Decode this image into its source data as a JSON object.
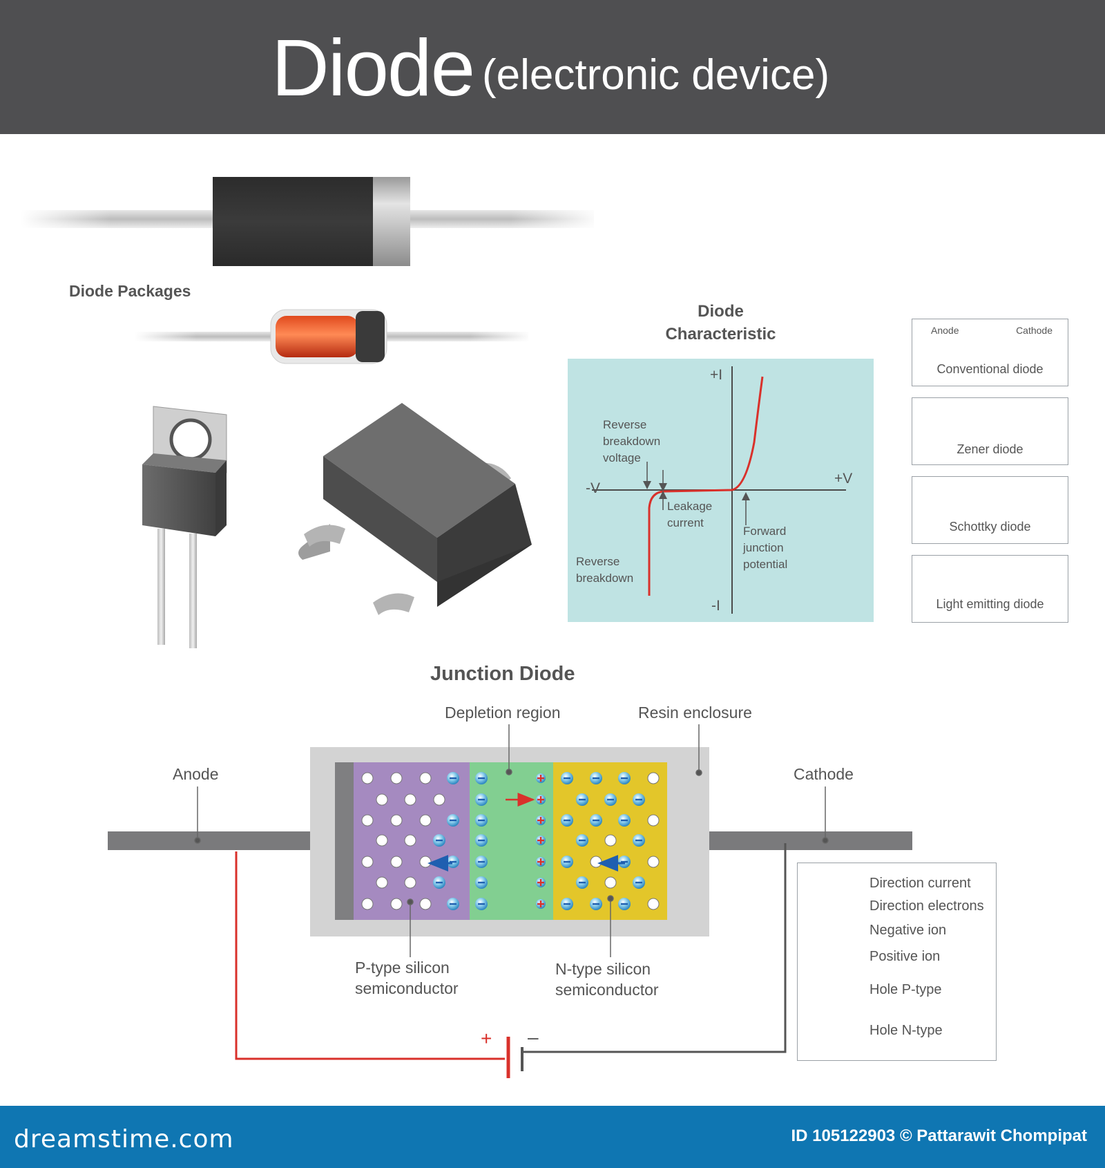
{
  "header": {
    "title": "Diode",
    "subtitle": "(electronic device)"
  },
  "packages": {
    "label": "Diode Packages"
  },
  "characteristic": {
    "title_line1": "Diode",
    "title_line2": "Characteristic",
    "axis_pos_i": "+I",
    "axis_neg_i": "-I",
    "axis_pos_v": "+V",
    "axis_neg_v": "-V",
    "reverse_breakdown_voltage": [
      "Reverse",
      "breakdown",
      "voltage"
    ],
    "leakage_current": [
      "Leakage",
      "current"
    ],
    "forward_junction_potential": [
      "Forward",
      "junction",
      "potential"
    ],
    "reverse_breakdown": [
      "Reverse",
      "breakdown"
    ]
  },
  "symbols": [
    {
      "name": "Conventional diode",
      "anode": "Anode",
      "cathode": "Cathode"
    },
    {
      "name": "Zener diode"
    },
    {
      "name": "Schottky diode"
    },
    {
      "name": "Light emitting diode"
    }
  ],
  "junction": {
    "title": "Junction Diode",
    "depletion_region": "Depletion region",
    "resin_enclosure": "Resin enclosure",
    "anode": "Anode",
    "cathode": "Cathode",
    "p_type": [
      "P-type silicon",
      "semiconductor"
    ],
    "n_type": [
      "N-type silicon",
      "semiconductor"
    ],
    "battery_plus": "+",
    "battery_minus": "–"
  },
  "legend": {
    "items": [
      {
        "label": "Direction current",
        "icon": "red-arrow-icon"
      },
      {
        "label": "Direction electrons",
        "icon": "blue-arrow-icon"
      },
      {
        "label": "Negative ion",
        "icon": "negative-ion-icon"
      },
      {
        "label": "Positive ion",
        "icon": "positive-ion-icon"
      },
      {
        "label": "Hole P-type",
        "icon": "hole-p-type-icon"
      },
      {
        "label": "Hole N-type",
        "icon": "hole-n-type-icon"
      }
    ]
  },
  "footer": {
    "brand": "dreamstime.com",
    "credit": "ID 105122903 © Pattarawit Chompipat"
  },
  "colors": {
    "header_bg": "#4f4f51",
    "footer_bg": "#0f76b2",
    "chart_bg": "#bfe3e3",
    "p_region": "#a58ac0",
    "depletion": "#82cf91",
    "n_region": "#e3c62a",
    "current_wire": "#d9312b"
  }
}
